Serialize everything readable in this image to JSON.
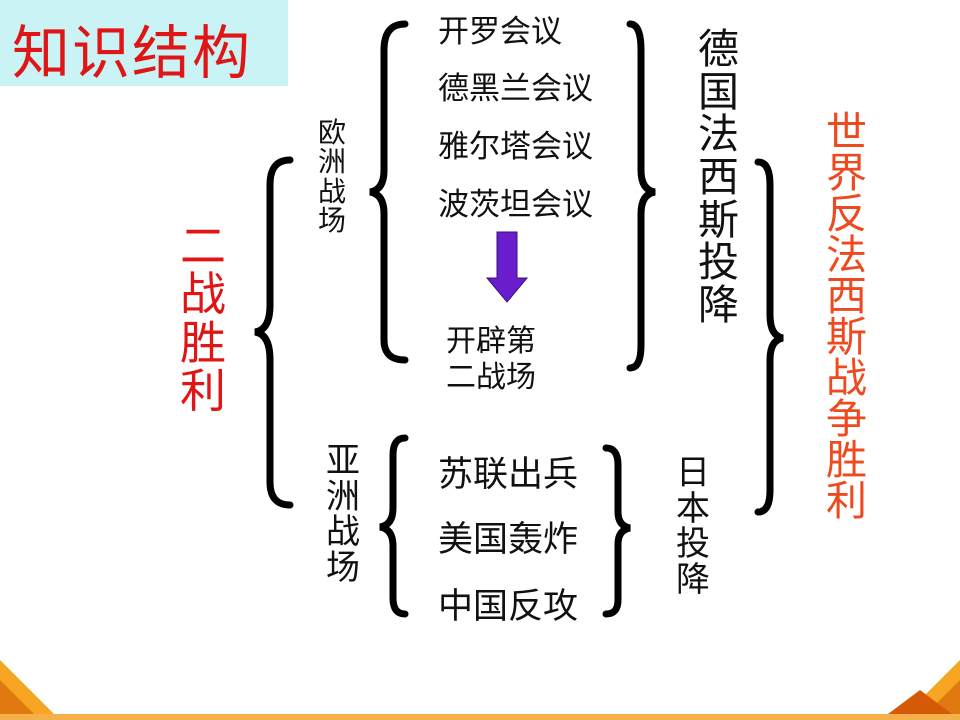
{
  "title": "知识结构",
  "left_label": "二战胜利",
  "europe": {
    "label": "欧洲战场",
    "conferences": [
      "开罗会议",
      "德黑兰会议",
      "雅尔塔会议",
      "波茨坦会议"
    ],
    "result": [
      "开辟第",
      "二战场"
    ],
    "outcome": "德国法西斯投降"
  },
  "asia": {
    "label": "亚洲战场",
    "events": [
      "苏联出兵",
      "美国轰炸",
      "中国反攻"
    ],
    "outcome": "日本投降"
  },
  "right_label": "世界反法西斯战争胜利",
  "colors": {
    "title_red": "#e01515",
    "left_red": "#e01515",
    "right_orange": "#ef4a1f",
    "arrow": "#6a1dcc",
    "title_bg": "#c9f3f4"
  }
}
